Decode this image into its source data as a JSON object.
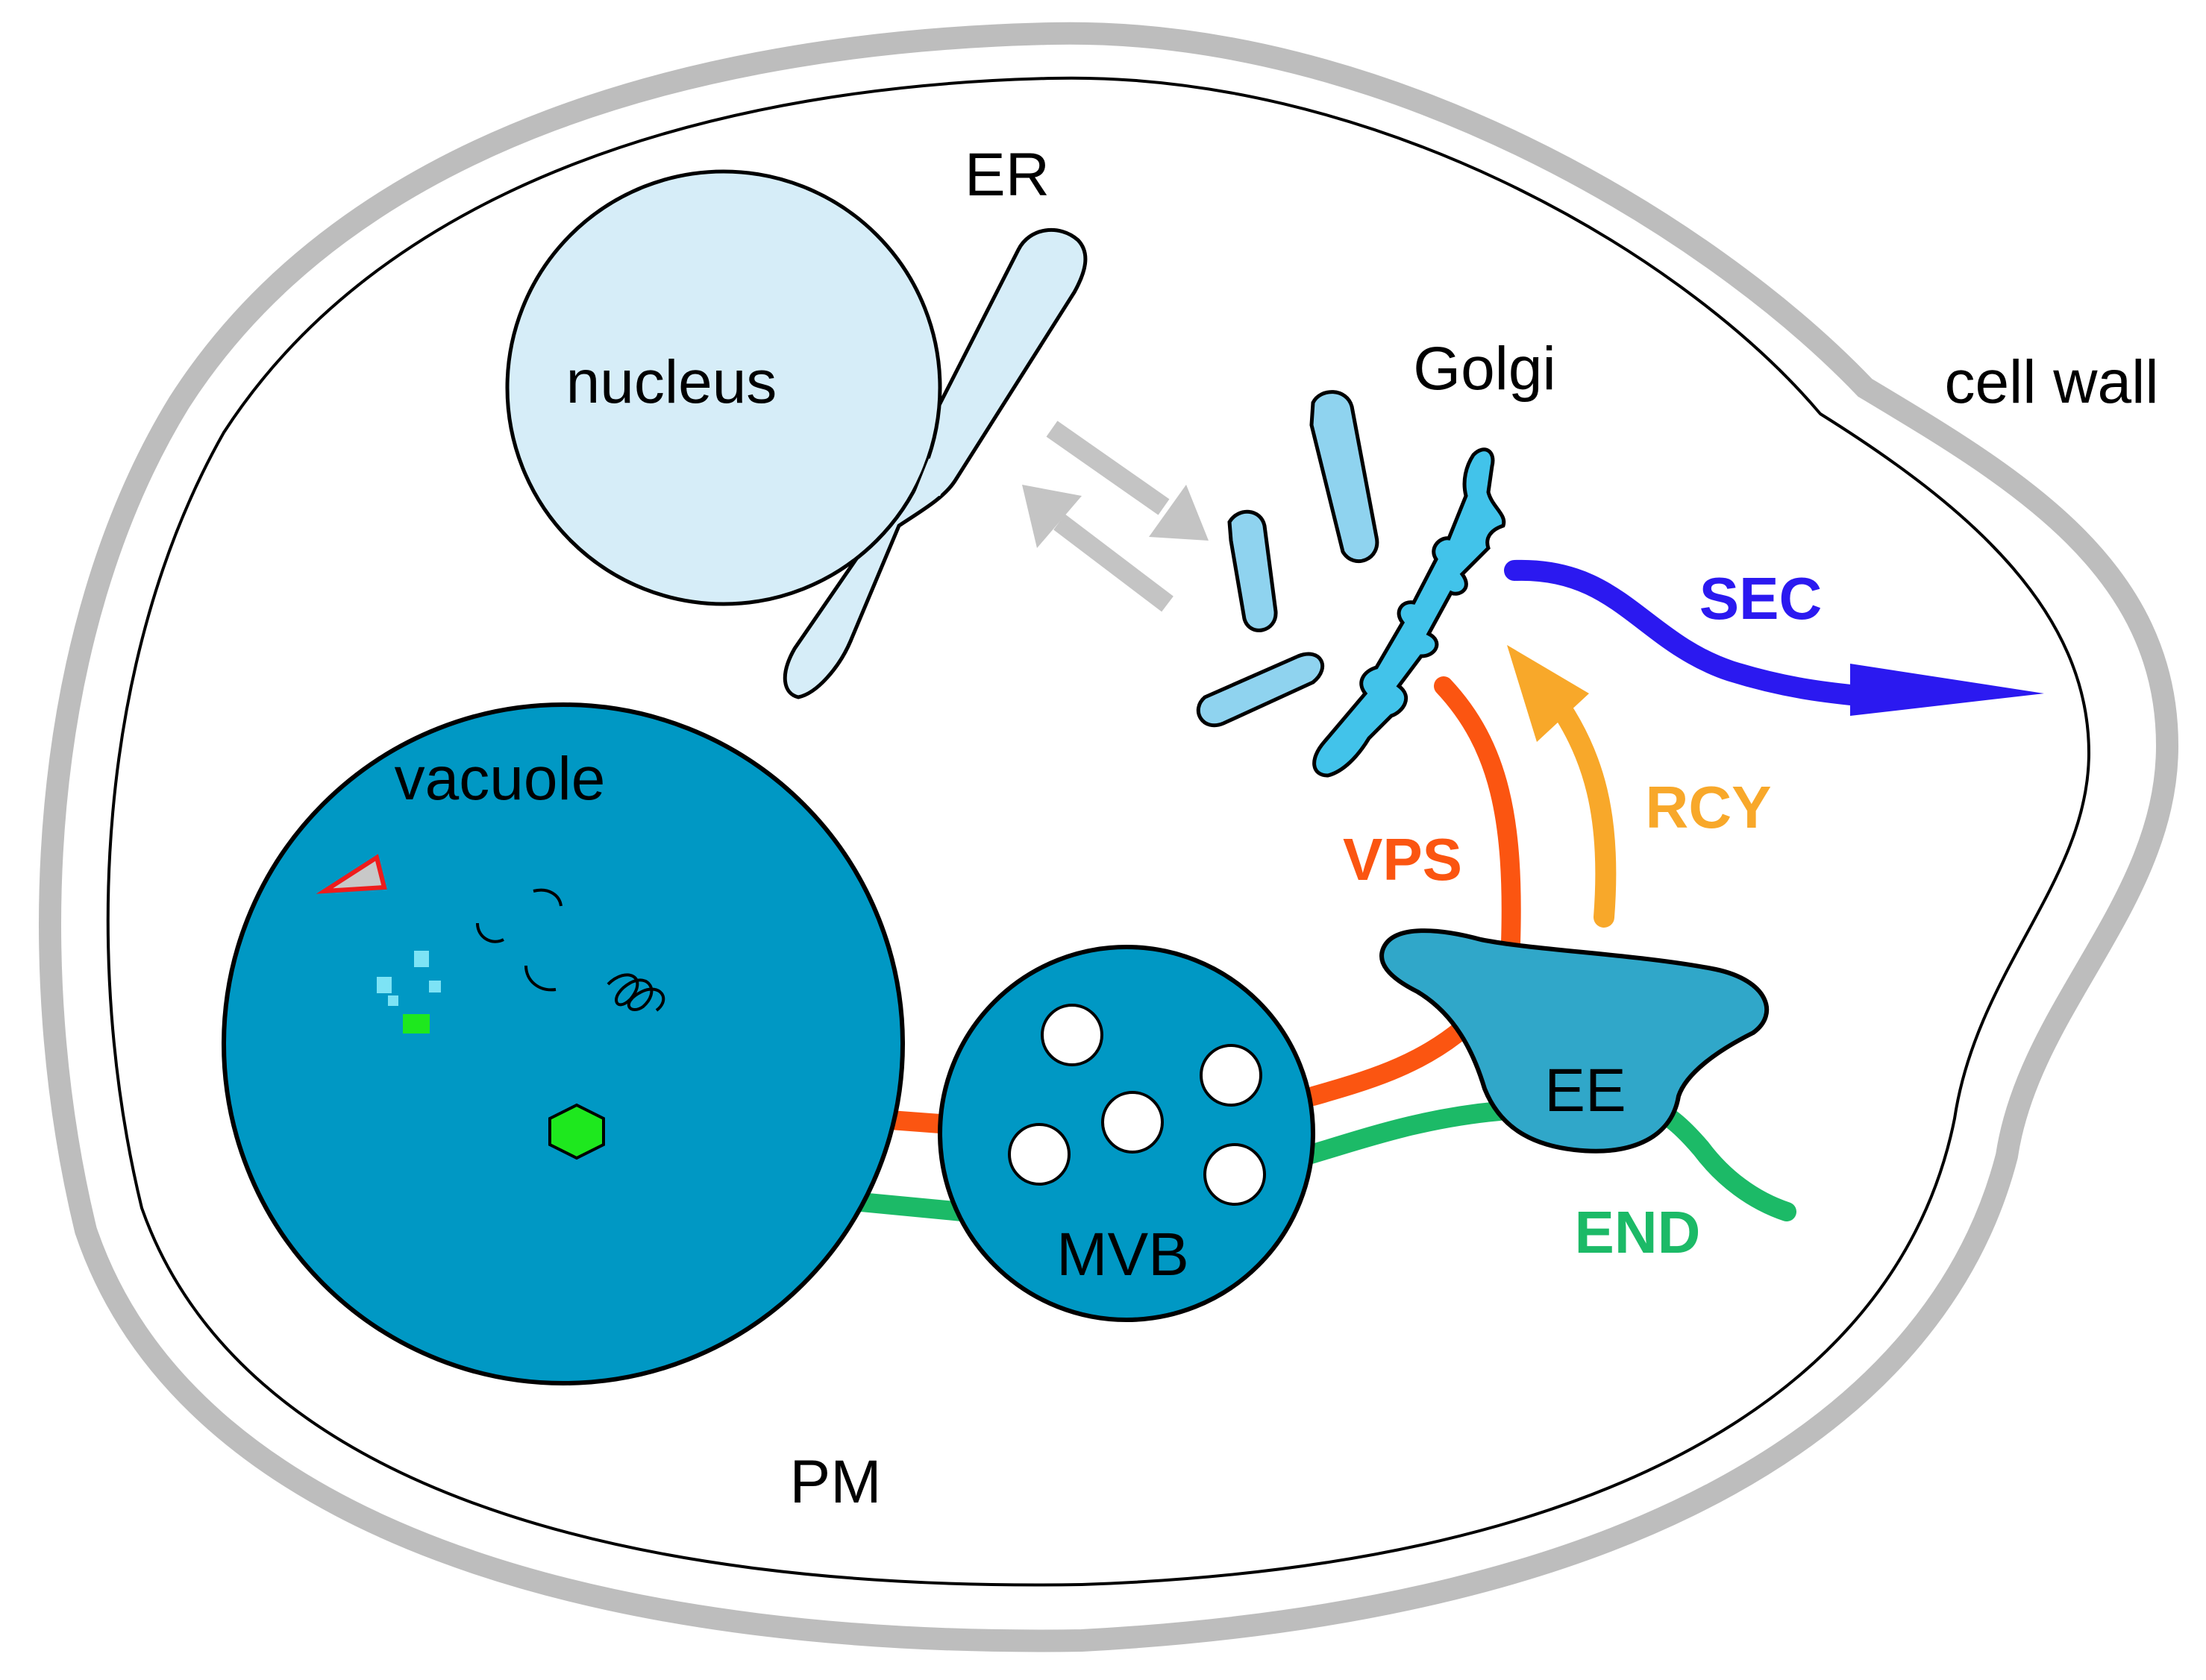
{
  "labels": {
    "er": "ER",
    "nucleus": "nucleus",
    "golgi": "Golgi",
    "cell_wall": "cell wall",
    "sec": "SEC",
    "rcy": "RCY",
    "vps": "VPS",
    "vacuole": "vacuole",
    "ee": "EE",
    "mvb": "MVB",
    "end": "END",
    "pm": "PM"
  },
  "colors": {
    "cell_wall": "#bdbdbd",
    "nucleus_fill": "#d6edf8",
    "golgi_light": "#8fd3ef",
    "golgi_dark": "#42c3ea",
    "vacuole_fill": "#0098c4",
    "ee_fill": "#30a7c9",
    "er_golgi_arrows": "#c4c4c4",
    "sec": "#2b19f0",
    "rcy": "#f8a82a",
    "vps": "#fb5511",
    "end": "#1cba67",
    "cargo_green": "#1ee81e"
  }
}
